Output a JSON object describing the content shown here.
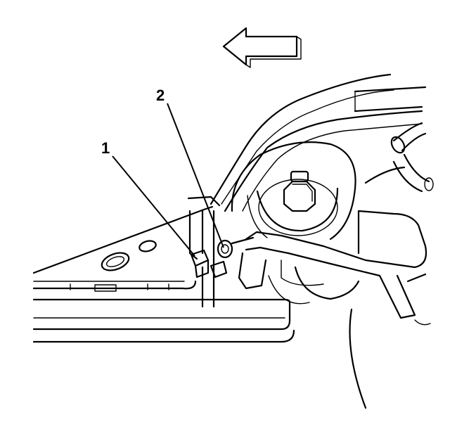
{
  "diagram": {
    "callouts": [
      {
        "id": "1",
        "label": "1"
      },
      {
        "id": "2",
        "label": "2"
      }
    ],
    "direction_arrow": "left-arrow-icon",
    "colors": {
      "line": "#000000",
      "background": "#ffffff"
    }
  }
}
